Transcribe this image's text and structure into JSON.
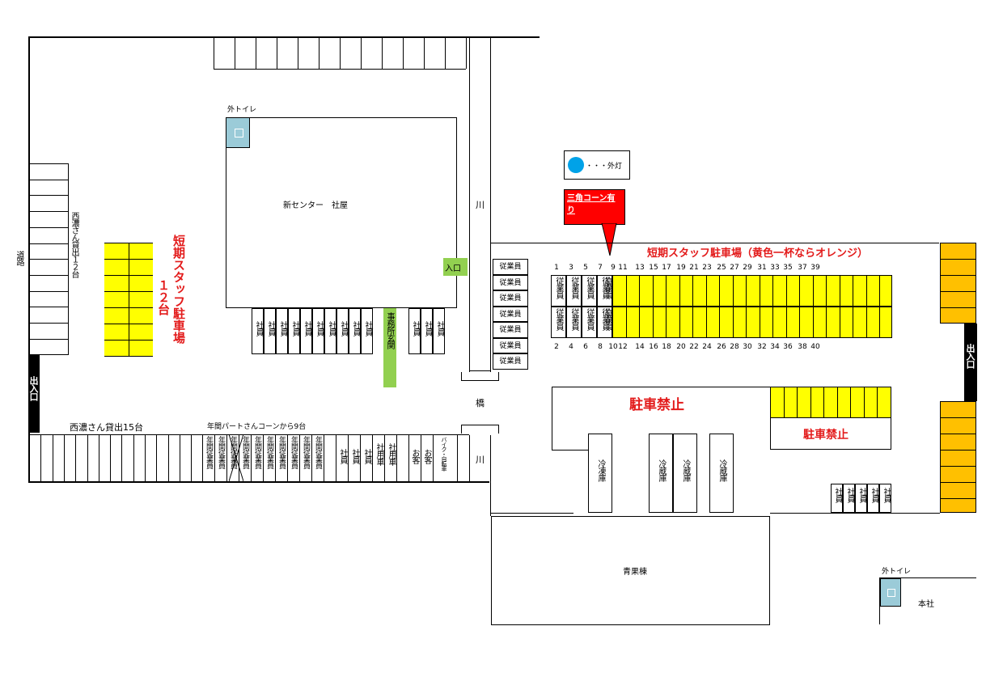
{
  "map": {
    "outdoor_toilet_1": "外トイレ",
    "outdoor_toilet_2": "外トイレ",
    "new_center": "新センター　社屋",
    "river_1": "川",
    "river_2": "川",
    "bridge": "橋",
    "entrance": "入口",
    "office_entrance": "事務所玄関",
    "road": "道路",
    "exit_entrance_left": "出入口",
    "exit_entrance_right": "出入口",
    "nishino_12": "西濃さん貸出１２台",
    "nishino_15": "西濃さん貸出15台",
    "annual_part": "年間パートさんコーンから9台",
    "short_staff_left": "短期スタッフ駐車場",
    "short_staff_left_count": "１２台",
    "short_staff_right": "短期スタッフ駐車場（黄色一杯ならオレンジ）",
    "no_parking_1": "駐車禁止",
    "no_parking_2": "駐車禁止",
    "legend_lamp": "・・・外灯",
    "cone_note": "三角コーン有り",
    "freezer": "冷凍庫",
    "fridge": "冷蔵庫",
    "produce_building": "青果棟",
    "head_office": "本社",
    "employee": "従業員",
    "company": "社員",
    "annual_employee": "年間従業員",
    "company_car": "社用車",
    "customer": "お客",
    "bike": "バイク・自転車",
    "toilet_icon": "toilet-icon",
    "odd_numbers": [
      "1",
      "3",
      "5",
      "7",
      "9",
      "11",
      "13",
      "15",
      "17",
      "19",
      "21",
      "23",
      "25",
      "27",
      "29",
      "31",
      "33",
      "35",
      "37",
      "39"
    ],
    "even_numbers": [
      "2",
      "4",
      "6",
      "8",
      "10",
      "12",
      "14",
      "16",
      "18",
      "20",
      "22",
      "24",
      "26",
      "28",
      "30",
      "32",
      "34",
      "36",
      "38",
      "40"
    ],
    "colors": {
      "yellow": "#ffff00",
      "orange": "#ffc000",
      "red": "#e31b1b",
      "lamp": "#00a2e8",
      "green": "#92d050",
      "toilet": "#9bcbd8"
    }
  }
}
